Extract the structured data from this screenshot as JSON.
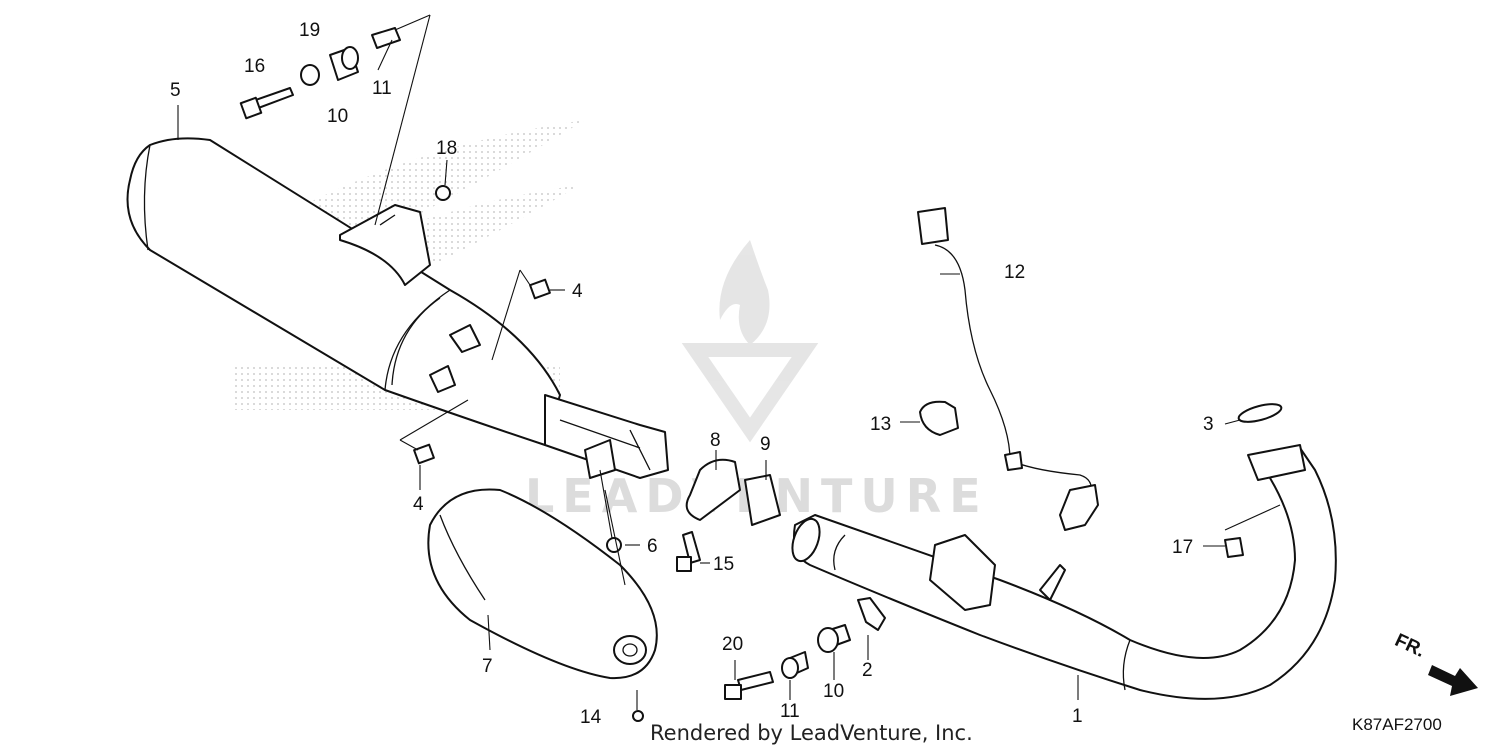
{
  "watermark": {
    "text": "LEADVENTURE"
  },
  "footer": {
    "rendered_by": "Rendered by LeadVenture, Inc."
  },
  "diagram_code": "K87AF2700",
  "front_indicator": "FR.",
  "callouts": {
    "c1": "1",
    "c2": "2",
    "c3": "3",
    "c4a": "4",
    "c4b": "4",
    "c5": "5",
    "c6": "6",
    "c7": "7",
    "c8": "8",
    "c9": "9",
    "c10a": "10",
    "c10b": "10",
    "c11a": "11",
    "c11b": "11",
    "c12": "12",
    "c13": "13",
    "c14": "14",
    "c15": "15",
    "c16": "16",
    "c17": "17",
    "c18": "18",
    "c19": "19",
    "c20": "20"
  }
}
